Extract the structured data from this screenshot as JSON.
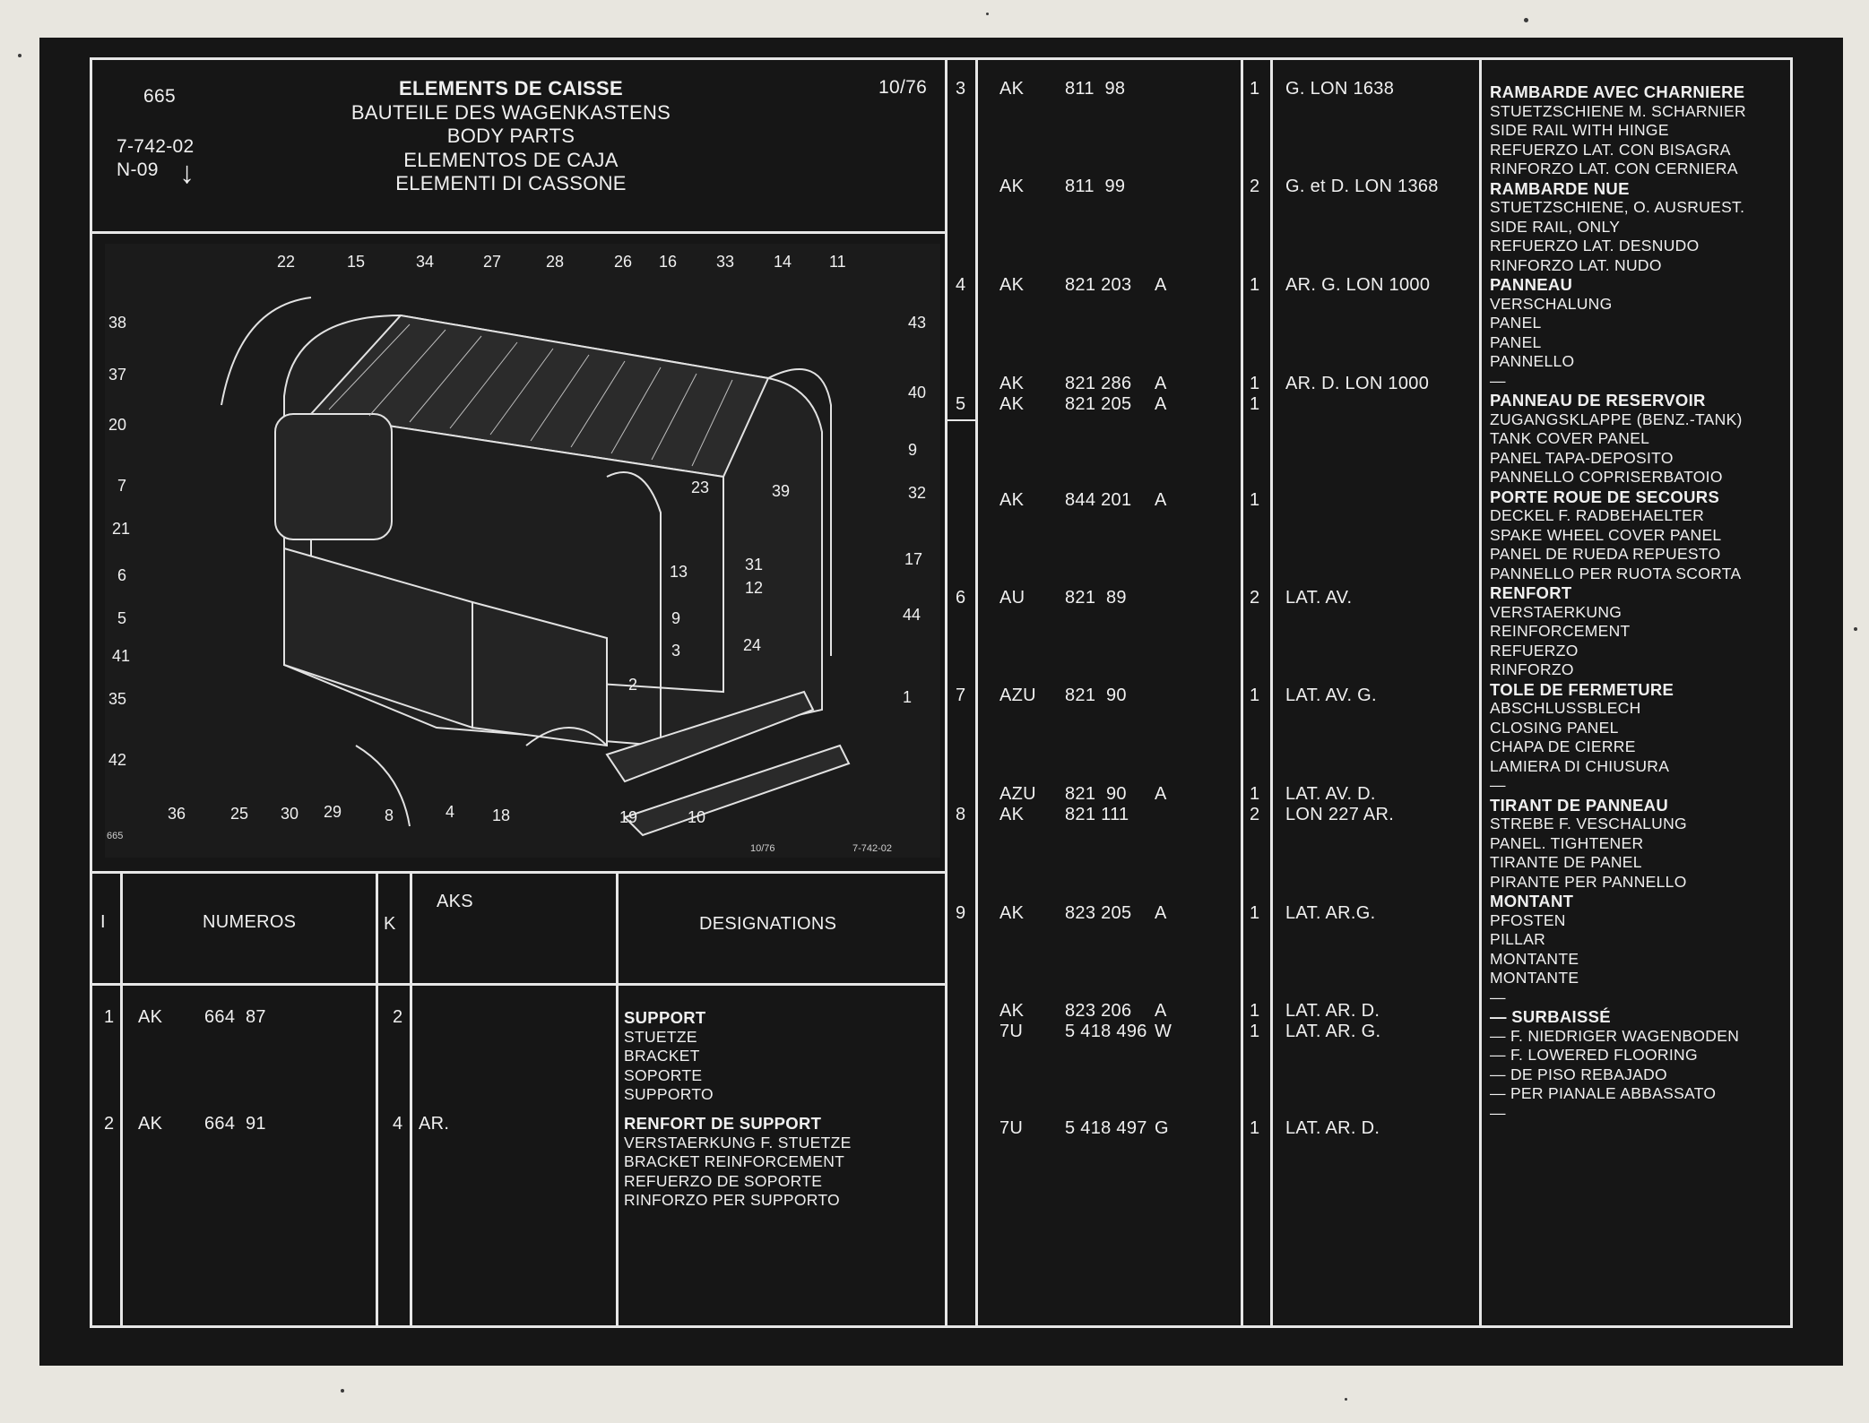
{
  "header": {
    "page_number": "665",
    "ref_code": "7-742-02",
    "variant": "N-09",
    "date": "10/76",
    "titles": [
      "ELEMENTS DE CAISSE",
      "BAUTEILE DES WAGENKASTENS",
      "BODY PARTS",
      "ELEMENTOS DE CAJA",
      "ELEMENTI DI CASSONE"
    ],
    "down_arrow": "↓"
  },
  "diagram": {
    "callouts": [
      "22",
      "15",
      "34",
      "27",
      "28",
      "26",
      "16",
      "33",
      "14",
      "11",
      "38",
      "43",
      "37",
      "40",
      "20",
      "9",
      "7",
      "32",
      "21",
      "23",
      "39",
      "13",
      "31",
      "12",
      "6",
      "17",
      "5",
      "9",
      "44",
      "41",
      "3",
      "24",
      "2",
      "35",
      "1",
      "42",
      "36",
      "25",
      "30",
      "29",
      "8",
      "4",
      "18",
      "19",
      "10"
    ],
    "footer_left": "665",
    "footer_date": "10/76",
    "footer_ref": "7-742-02"
  },
  "table_header": {
    "col_i": "I",
    "col_numeros": "NUMEROS",
    "col_k": "K",
    "col_aks": "AKS",
    "col_designations": "DESIGNATIONS"
  },
  "left_rows": [
    {
      "idx": "1",
      "prefix": "AK",
      "num": "664  87",
      "k": "2",
      "aks": "",
      "desc": [
        "SUPPORT",
        "STUETZE",
        "BRACKET",
        "SOPORTE",
        "SUPPORTO"
      ]
    },
    {
      "idx": "2",
      "prefix": "AK",
      "num": "664  91",
      "k": "4",
      "aks": "AR.",
      "desc": [
        "RENFORT DE SUPPORT",
        "VERSTAERKUNG F. STUETZE",
        "BRACKET REINFORCEMENT",
        "REFUERZO DE SOPORTE",
        "RINFORZO PER SUPPORTO"
      ]
    }
  ],
  "right_rows": [
    {
      "idx": "3",
      "prefix": "AK",
      "num": "811  98",
      "suffix": "",
      "k": "1",
      "aks": "G. LON 1638"
    },
    {
      "idx": "",
      "prefix": "AK",
      "num": "811  99",
      "suffix": "",
      "k": "2",
      "aks": "G. et D. LON 1368"
    },
    {
      "idx": "4",
      "prefix": "AK",
      "num": "821 203",
      "suffix": "A",
      "k": "1",
      "aks": "AR. G. LON 1000"
    },
    {
      "idx": "",
      "prefix": "AK",
      "num": "821 286",
      "suffix": "A",
      "k": "1",
      "aks": "AR. D. LON 1000"
    },
    {
      "idx": "5",
      "prefix": "AK",
      "num": "821 205",
      "suffix": "A",
      "k": "1",
      "aks": ""
    },
    {
      "idx": "",
      "prefix": "AK",
      "num": "844 201",
      "suffix": "A",
      "k": "1",
      "aks": ""
    },
    {
      "idx": "6",
      "prefix": "AU",
      "num": "821  89",
      "suffix": "",
      "k": "2",
      "aks": "LAT. AV."
    },
    {
      "idx": "7",
      "prefix": "AZU",
      "num": "821  90",
      "suffix": "",
      "k": "1",
      "aks": "LAT. AV. G."
    },
    {
      "idx": "",
      "prefix": "AZU",
      "num": "821  90",
      "suffix": "A",
      "k": "1",
      "aks": "LAT. AV. D."
    },
    {
      "idx": "8",
      "prefix": "AK",
      "num": "821 111",
      "suffix": "",
      "k": "2",
      "aks": "LON 227 AR."
    },
    {
      "idx": "9",
      "prefix": "AK",
      "num": "823 205",
      "suffix": "A",
      "k": "1",
      "aks": "LAT. AR.G."
    },
    {
      "idx": "",
      "prefix": "AK",
      "num": "823 206",
      "suffix": "A",
      "k": "1",
      "aks": "LAT. AR. D."
    },
    {
      "idx": "",
      "prefix": "7U",
      "num": "5 418 496",
      "suffix": "W",
      "k": "1",
      "aks": "LAT. AR. G."
    },
    {
      "idx": "",
      "prefix": "7U",
      "num": "5 418 497",
      "suffix": "G",
      "k": "1",
      "aks": "LAT. AR. D."
    }
  ],
  "right_designations": [
    {
      "bold": true,
      "text": "RAMBARDE AVEC CHARNIERE"
    },
    {
      "bold": false,
      "text": "STUETZSCHIENE M. SCHARNIER"
    },
    {
      "bold": false,
      "text": "SIDE RAIL WITH HINGE"
    },
    {
      "bold": false,
      "text": "REFUERZO LAT. CON BISAGRA"
    },
    {
      "bold": false,
      "text": "RINFORZO LAT. CON CERNIERA"
    },
    {
      "bold": true,
      "text": "RAMBARDE NUE"
    },
    {
      "bold": false,
      "text": "STUETZSCHIENE, O. AUSRUEST."
    },
    {
      "bold": false,
      "text": "SIDE RAIL, ONLY"
    },
    {
      "bold": false,
      "text": "REFUERZO LAT. DESNUDO"
    },
    {
      "bold": false,
      "text": "RINFORZO LAT. NUDO"
    },
    {
      "bold": true,
      "text": "PANNEAU"
    },
    {
      "bold": false,
      "text": "VERSCHALUNG"
    },
    {
      "bold": false,
      "text": "PANEL"
    },
    {
      "bold": false,
      "text": "PANEL"
    },
    {
      "bold": false,
      "text": "PANNELLO"
    },
    {
      "bold": false,
      "text": "—"
    },
    {
      "bold": true,
      "text": "PANNEAU DE RESERVOIR"
    },
    {
      "bold": false,
      "text": "ZUGANGSKLAPPE (BENZ.-TANK)"
    },
    {
      "bold": false,
      "text": "TANK COVER PANEL"
    },
    {
      "bold": false,
      "text": "PANEL TAPA-DEPOSITO"
    },
    {
      "bold": false,
      "text": "PANNELLO COPRISERBATOIO"
    },
    {
      "bold": true,
      "text": "PORTE ROUE DE SECOURS"
    },
    {
      "bold": false,
      "text": "DECKEL F. RADBEHAELTER"
    },
    {
      "bold": false,
      "text": "SPAKE WHEEL COVER PANEL"
    },
    {
      "bold": false,
      "text": "PANEL DE RUEDA REPUESTO"
    },
    {
      "bold": false,
      "text": "PANNELLO PER RUOTA SCORTA"
    },
    {
      "bold": true,
      "text": "RENFORT"
    },
    {
      "bold": false,
      "text": "VERSTAERKUNG"
    },
    {
      "bold": false,
      "text": "REINFORCEMENT"
    },
    {
      "bold": false,
      "text": "REFUERZO"
    },
    {
      "bold": false,
      "text": "RINFORZO"
    },
    {
      "bold": true,
      "text": "TOLE DE FERMETURE"
    },
    {
      "bold": false,
      "text": "ABSCHLUSSBLECH"
    },
    {
      "bold": false,
      "text": "CLOSING PANEL"
    },
    {
      "bold": false,
      "text": "CHAPA DE CIERRE"
    },
    {
      "bold": false,
      "text": "LAMIERA DI CHIUSURA"
    },
    {
      "bold": false,
      "text": "—"
    },
    {
      "bold": true,
      "text": "TIRANT DE PANNEAU"
    },
    {
      "bold": false,
      "text": "STREBE F. VESCHALUNG"
    },
    {
      "bold": false,
      "text": "PANEL. TIGHTENER"
    },
    {
      "bold": false,
      "text": "TIRANTE DE PANEL"
    },
    {
      "bold": false,
      "text": "PIRANTE PER PANNELLO"
    },
    {
      "bold": true,
      "text": "MONTANT"
    },
    {
      "bold": false,
      "text": "PFOSTEN"
    },
    {
      "bold": false,
      "text": "PILLAR"
    },
    {
      "bold": false,
      "text": "MONTANTE"
    },
    {
      "bold": false,
      "text": "MONTANTE"
    },
    {
      "bold": false,
      "text": "—"
    },
    {
      "bold": true,
      "text": "— SURBAISSÉ"
    },
    {
      "bold": false,
      "text": "— F. NIEDRIGER WAGENBODEN"
    },
    {
      "bold": false,
      "text": "— F. LOWERED FLOORING"
    },
    {
      "bold": false,
      "text": "— DE PISO REBAJADO"
    },
    {
      "bold": false,
      "text": "— PER PIANALE ABBASSATO"
    },
    {
      "bold": false,
      "text": "—"
    }
  ]
}
